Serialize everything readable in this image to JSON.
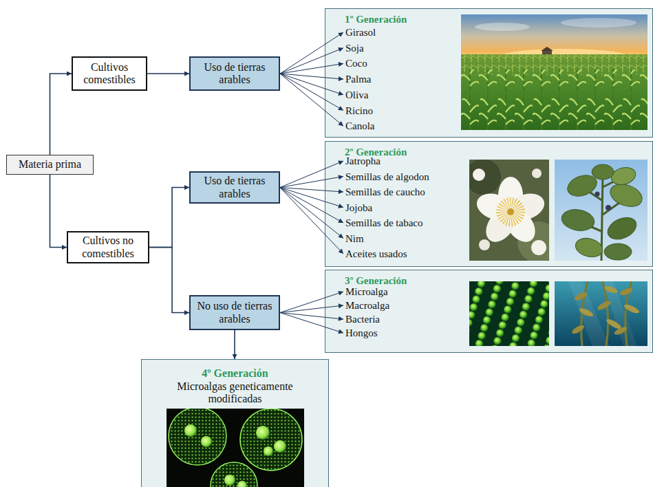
{
  "diagram": {
    "nodes": [
      {
        "text": [
          "Materia prima"
        ]
      },
      {
        "text": [
          "Cultivos comestibles"
        ]
      },
      {
        "text": [
          "Uso de tierras arables"
        ]
      },
      {
        "text": [
          "1º Generación"
        ]
      },
      {
        "text": [
          "Girasol"
        ],
        "in": 3
      },
      {
        "text": [
          "Soja"
        ],
        "in": 3
      },
      {
        "text": [
          "Coco"
        ],
        "in": 3
      },
      {
        "text": [
          "Palma"
        ],
        "in": 3
      },
      {
        "text": [
          "Oliva"
        ],
        "in": 3
      },
      {
        "text": [
          "Ricino"
        ],
        "in": 3
      },
      {
        "text": [
          "Canola"
        ],
        "in": 3
      },
      {
        "text": [
          "Cultivos no comestibles"
        ]
      },
      {
        "text": [
          "Uso de tierras arables"
        ]
      },
      {
        "text": [
          "2º Generación"
        ]
      },
      {
        "text": [
          "Jatropha"
        ],
        "in": 13
      },
      {
        "text": [
          "Semillas de algodon"
        ],
        "in": 13
      },
      {
        "text": [
          "Semillas de caucho"
        ],
        "in": 13
      },
      {
        "text": [
          "Jojoba"
        ],
        "in": 13
      },
      {
        "text": [
          "Semillas de tabaco"
        ],
        "in": 13
      },
      {
        "text": [
          "Nim"
        ],
        "in": 13
      },
      {
        "text": [
          "Aceites usados"
        ],
        "in": 13
      },
      {
        "text": [
          "No uso de tierras arables"
        ]
      },
      {
        "text": [
          "3º Generación"
        ]
      },
      {
        "text": [
          "Microalga"
        ],
        "in": 22
      },
      {
        "text": [
          "Macroalga"
        ],
        "in": 22
      },
      {
        "text": [
          "Bacteria"
        ],
        "in": 22
      },
      {
        "text": [
          "Hongos"
        ],
        "in": 22
      },
      {
        "text": [
          "4º Generación",
          "Microalgas geneticamente modificadas"
        ]
      }
    ],
    "edges": [
      {
        "from": 0,
        "to": 1,
        "arrow": "to"
      },
      {
        "from": 0,
        "to": 11,
        "arrow": "to"
      },
      {
        "from": 1,
        "to": 2,
        "arrow": "to"
      },
      {
        "from": 2,
        "to": 4,
        "arrow": "to"
      },
      {
        "from": 2,
        "to": 5,
        "arrow": "to"
      },
      {
        "from": 2,
        "to": 6,
        "arrow": "to"
      },
      {
        "from": 2,
        "to": 7,
        "arrow": "to"
      },
      {
        "from": 2,
        "to": 8,
        "arrow": "to"
      },
      {
        "from": 2,
        "to": 9,
        "arrow": "to"
      },
      {
        "from": 2,
        "to": 10,
        "arrow": "to"
      },
      {
        "from": 11,
        "to": 12,
        "arrow": "to"
      },
      {
        "from": 11,
        "to": 21,
        "arrow": "to"
      },
      {
        "from": 12,
        "to": 14,
        "arrow": "to"
      },
      {
        "from": 12,
        "to": 15,
        "arrow": "to"
      },
      {
        "from": 12,
        "to": 16,
        "arrow": "to"
      },
      {
        "from": 12,
        "to": 17,
        "arrow": "to"
      },
      {
        "from": 12,
        "to": 18,
        "arrow": "to"
      },
      {
        "from": 12,
        "to": 19,
        "arrow": "to"
      },
      {
        "from": 12,
        "to": 20,
        "arrow": "to"
      },
      {
        "from": 21,
        "to": 23,
        "arrow": "to"
      },
      {
        "from": 21,
        "to": 24,
        "arrow": "to"
      },
      {
        "from": 21,
        "to": 25,
        "arrow": "to"
      },
      {
        "from": 21,
        "to": 26,
        "arrow": "to"
      },
      {
        "from": 21,
        "to": 27,
        "arrow": "to"
      }
    ]
  }
}
